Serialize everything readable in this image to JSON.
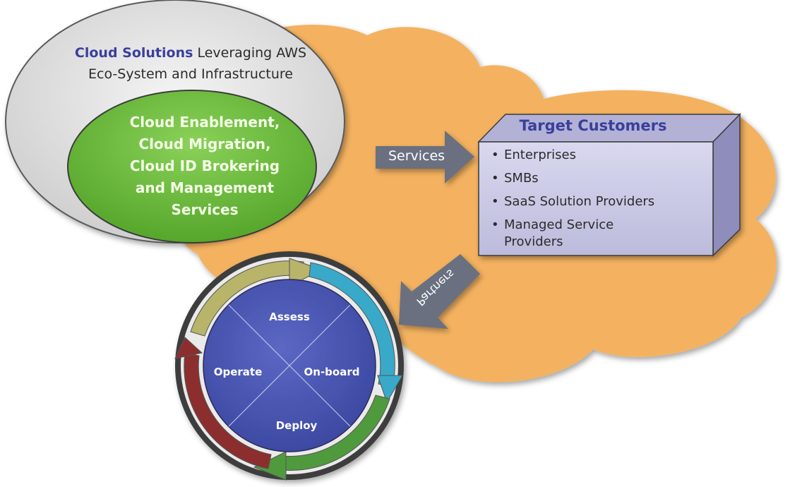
{
  "cloud_solutions": {
    "title_highlight": "Cloud Solutions",
    "title_rest_line1": " Leveraging AWS",
    "title_line2": "Eco-System and Infrastructure",
    "services": [
      "Cloud Enablement,",
      "Cloud Migration,",
      "Cloud ID Brokering",
      "and Management",
      "Services"
    ]
  },
  "arrows": {
    "services_label": "Services",
    "partners_label": "Partners"
  },
  "target_customers": {
    "title": "Target Customers",
    "items": [
      "Enterprises",
      "SMBs",
      "SaaS Solution Providers",
      "Managed Service Providers"
    ]
  },
  "lifecycle": {
    "stages": [
      "Assess",
      "On-board",
      "Deploy",
      "Operate"
    ]
  },
  "colors": {
    "cloud_orange": "#f4b261",
    "ellipse_gray": "#dcdcdc",
    "ellipse_green": "#6fbe3f",
    "box_lavender": "#c9c8e6",
    "circle_blue": "#4a58b4",
    "arrow_gray": "#6a7080",
    "ring_olive": "#b8b46a",
    "ring_cyan": "#39a9c9",
    "ring_green": "#4f9a3e",
    "ring_maroon": "#8c2e2e"
  }
}
